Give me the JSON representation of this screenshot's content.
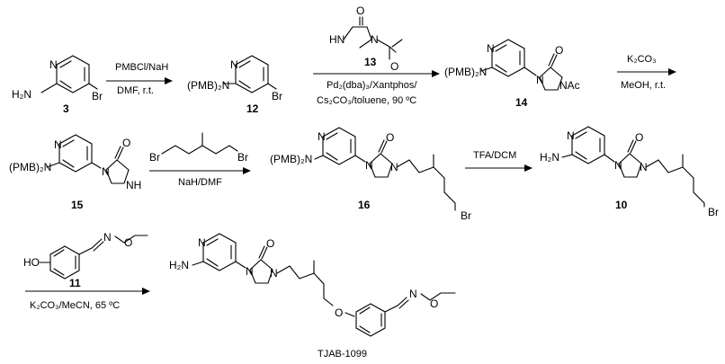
{
  "scheme": {
    "compounds": {
      "c3": {
        "number": "3",
        "groups": {
          "amine": "H₂N",
          "n_ring": "N",
          "halogen": "Br"
        }
      },
      "c12": {
        "number": "12",
        "groups": {
          "pmb": "(PMB)₂N",
          "n_ring": "N",
          "halogen": "Br"
        }
      },
      "c13": {
        "number": "13",
        "groups": {
          "nh": "HN",
          "n_amide": "N",
          "carbonyl_o": "O"
        }
      },
      "c14": {
        "number": "14",
        "groups": {
          "pmb": "(PMB)₂N",
          "n_ring": "N",
          "n_ring2": "N",
          "nac": "NAc",
          "carbonyl_o": "O"
        }
      },
      "c15": {
        "number": "15",
        "groups": {
          "pmb": "(PMB)₂N",
          "n_ring": "N",
          "n_ring2": "N",
          "nh": "NH",
          "carbonyl_o": "O"
        }
      },
      "c16": {
        "number": "16",
        "groups": {
          "pmb": "(PMB)₂N",
          "n_ring": "N",
          "n_ring2": "N",
          "n_ring3": "N",
          "carbonyl_o": "O",
          "halogen": "Br"
        }
      },
      "c10": {
        "number": "10",
        "groups": {
          "amine": "H₂N",
          "n_ring": "N",
          "n_ring2": "N",
          "n_ring3": "N",
          "carbonyl_o": "O",
          "halogen": "Br"
        }
      },
      "c11": {
        "number": "11",
        "groups": {
          "hydroxyl": "HO",
          "oxime_n": "N",
          "oxime_o": "O"
        }
      },
      "dibromide": {
        "groups": {
          "br_left": "Br",
          "br_right": "Br"
        }
      },
      "product": {
        "name": "TJAB-1099",
        "groups": {
          "amine": "H₂N",
          "n_ring": "N",
          "n_ring2": "N",
          "n_ring3": "N",
          "carbonyl_o": "O",
          "ether_o": "O",
          "oxime_n": "N",
          "oxime_o": "O"
        }
      }
    },
    "conditions": {
      "step1": {
        "above": "PMBCl/NaH",
        "below": "DMF, r.t."
      },
      "step2": {
        "reagent_number": "13",
        "line1": "Pd₂(dba)₃/Xantphos/",
        "line2": "Cs₂CO₃/toluene, 90 ºC"
      },
      "step3": {
        "above": "K₂CO₃",
        "below": "MeOH, r.t."
      },
      "step4": {
        "below": "NaH/DMF"
      },
      "step5": {
        "above": "TFA/DCM"
      },
      "step6": {
        "reagent_number": "11",
        "below": "K₂CO₃/MeCN, 65 ºC"
      }
    }
  }
}
